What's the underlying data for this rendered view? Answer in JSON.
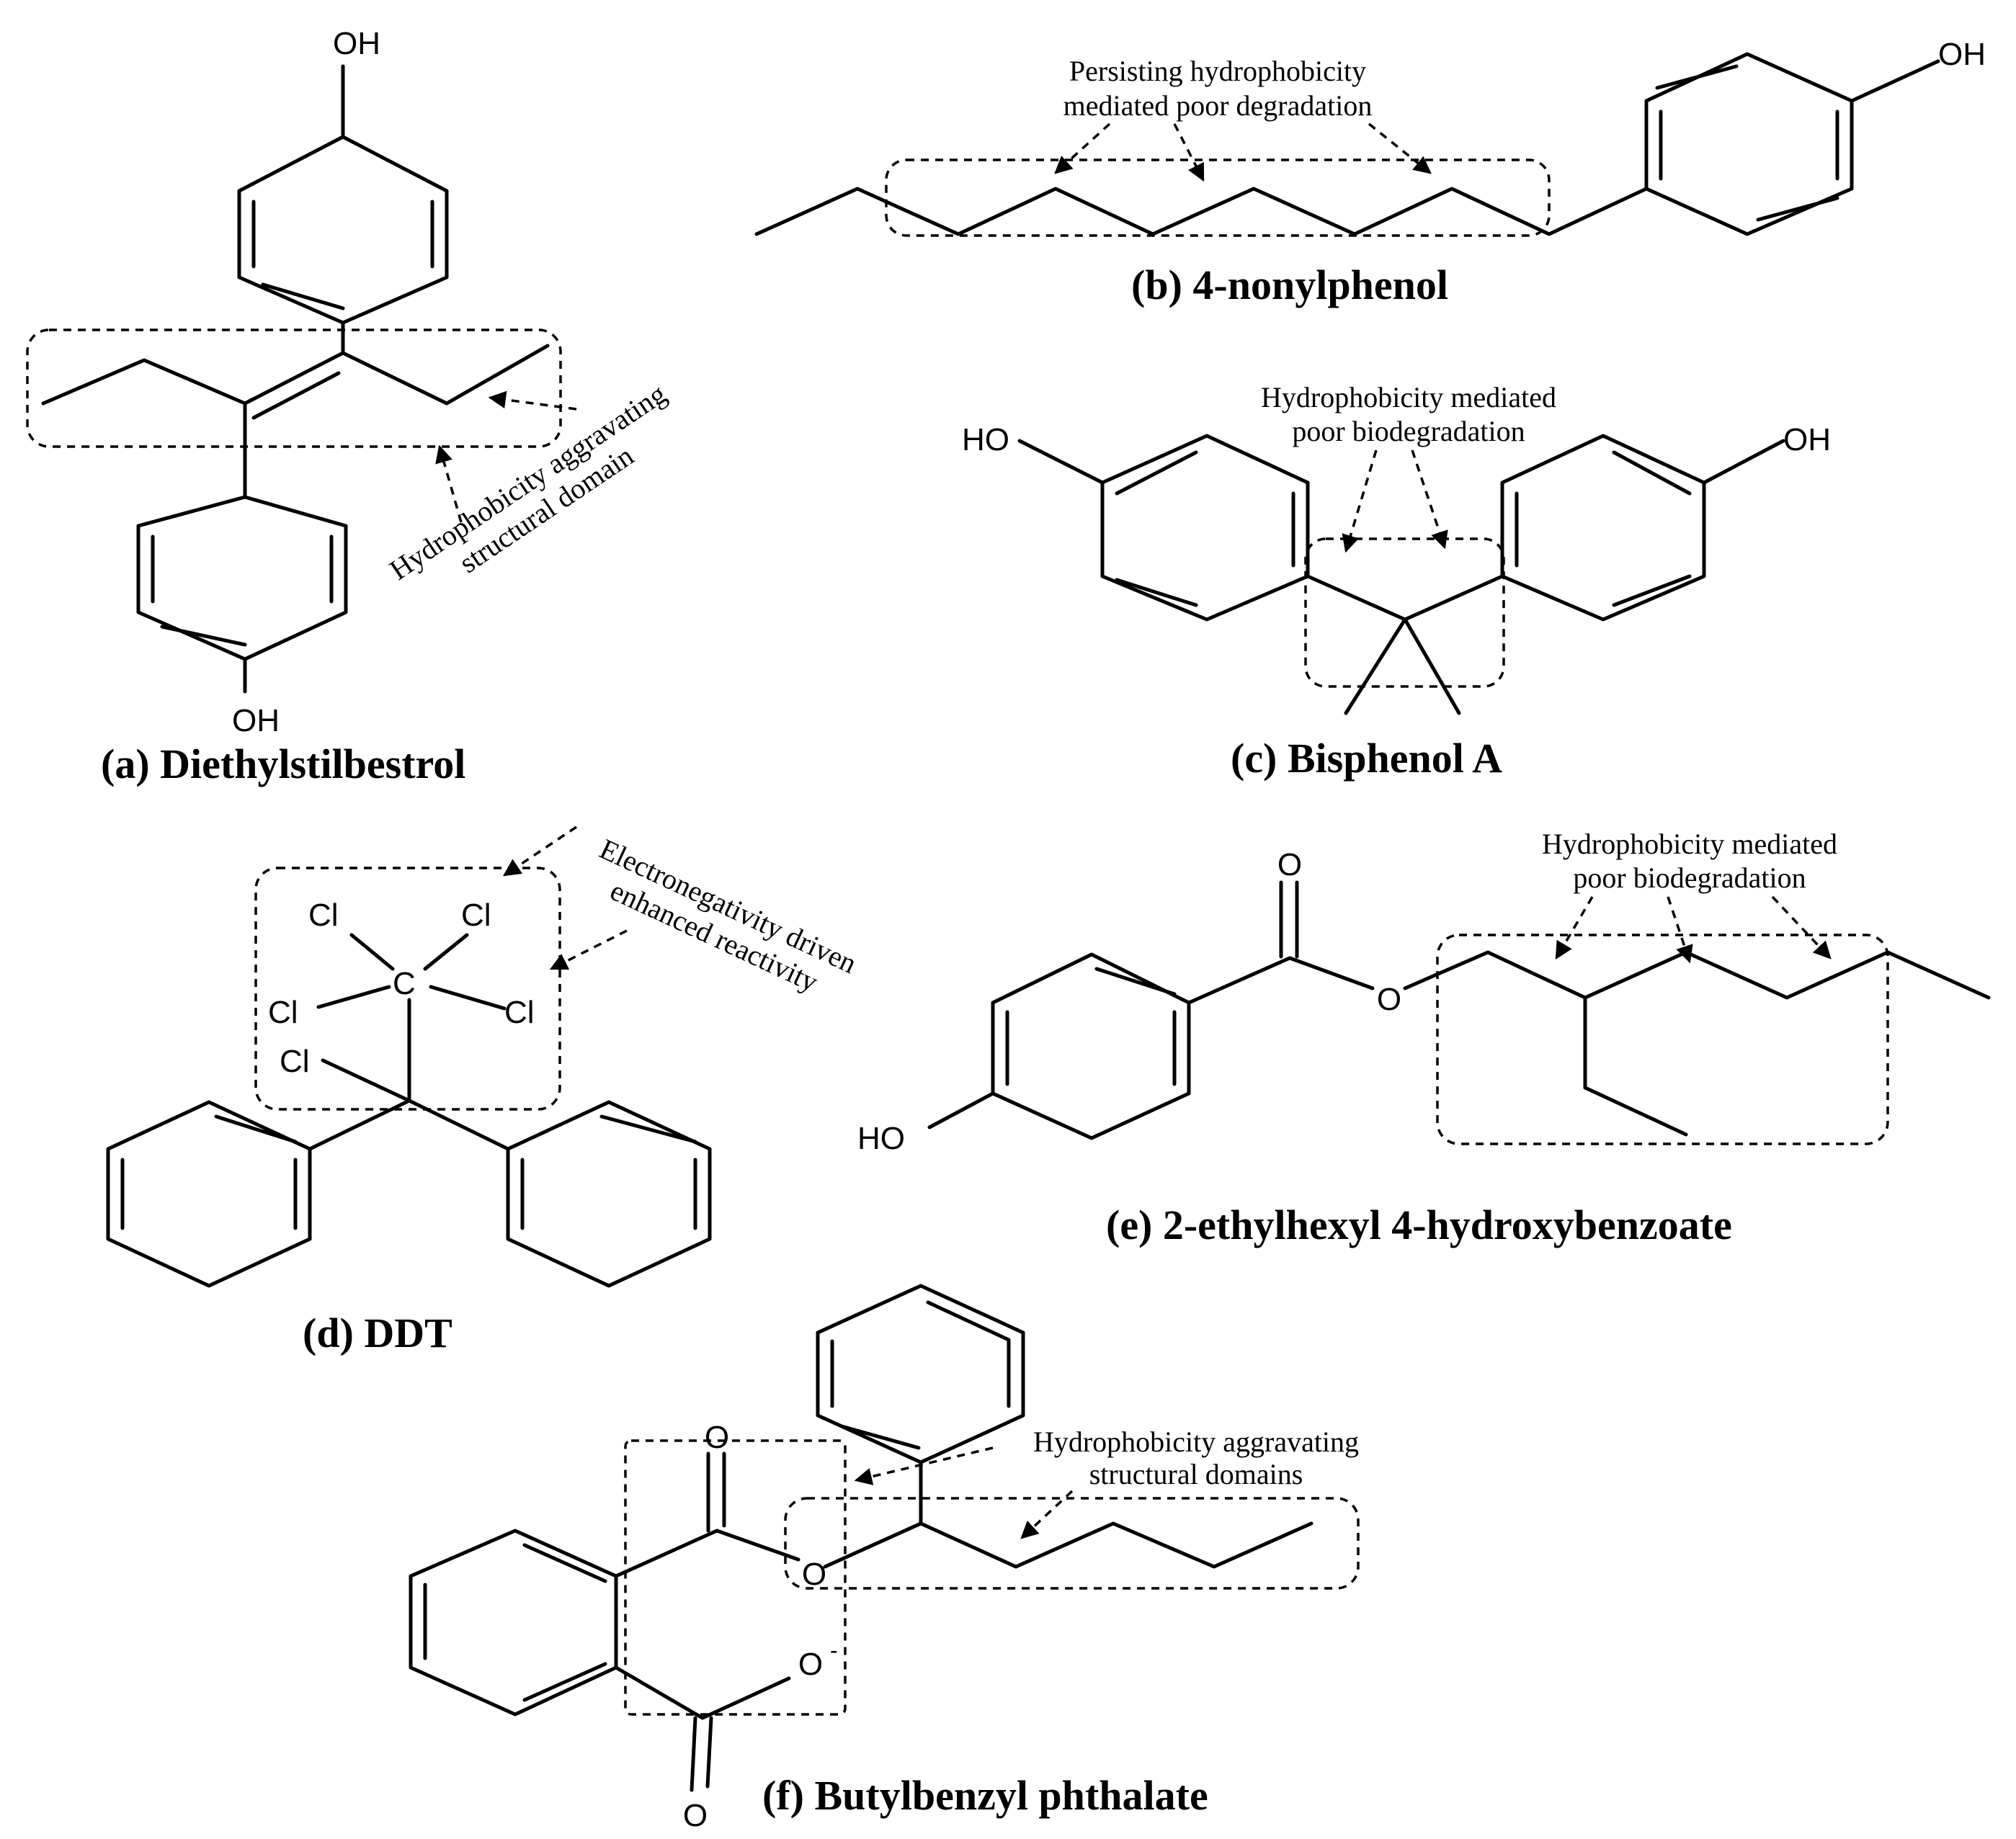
{
  "panels": {
    "a": {
      "caption": "(a) Diethylstilbestrol",
      "atoms": {
        "oh_top": "OH",
        "oh_bottom": "OH"
      },
      "annotation": [
        "Hydrophobicity aggravating",
        "structural domain"
      ]
    },
    "b": {
      "caption": "(b) 4-nonylphenol",
      "atoms": {
        "oh": "OH"
      },
      "annotation": [
        "Persisting hydrophobicity",
        "mediated poor degradation"
      ]
    },
    "c": {
      "caption": "(c) Bisphenol A",
      "atoms": {
        "ho_left": "HO",
        "oh_right": "OH"
      },
      "annotation": [
        "Hydrophobicity mediated",
        "poor biodegradation"
      ]
    },
    "d": {
      "caption": "(d) DDT",
      "atoms": {
        "cl1": "Cl",
        "cl2": "Cl",
        "cl3": "Cl",
        "cl4": "Cl",
        "cl5": "Cl",
        "c": "C"
      },
      "annotation": [
        "Electronegativity driven",
        "enhanced reactivity"
      ]
    },
    "e": {
      "caption": "(e) 2-ethylhexyl 4-hydroxybenzoate",
      "atoms": {
        "o_carbonyl": "O",
        "o_ester": "O",
        "ho": "HO"
      },
      "annotation": [
        "Hydrophobicity mediated",
        "poor biodegradation"
      ]
    },
    "f": {
      "caption": "(f) Butylbenzyl phthalate",
      "atoms": {
        "o_top": "O",
        "o_ester": "O",
        "o_minus": "O",
        "minus": "-",
        "o_bottom": "O"
      },
      "annotation": [
        "Hydrophobicity aggravating",
        "structural domains"
      ]
    }
  }
}
